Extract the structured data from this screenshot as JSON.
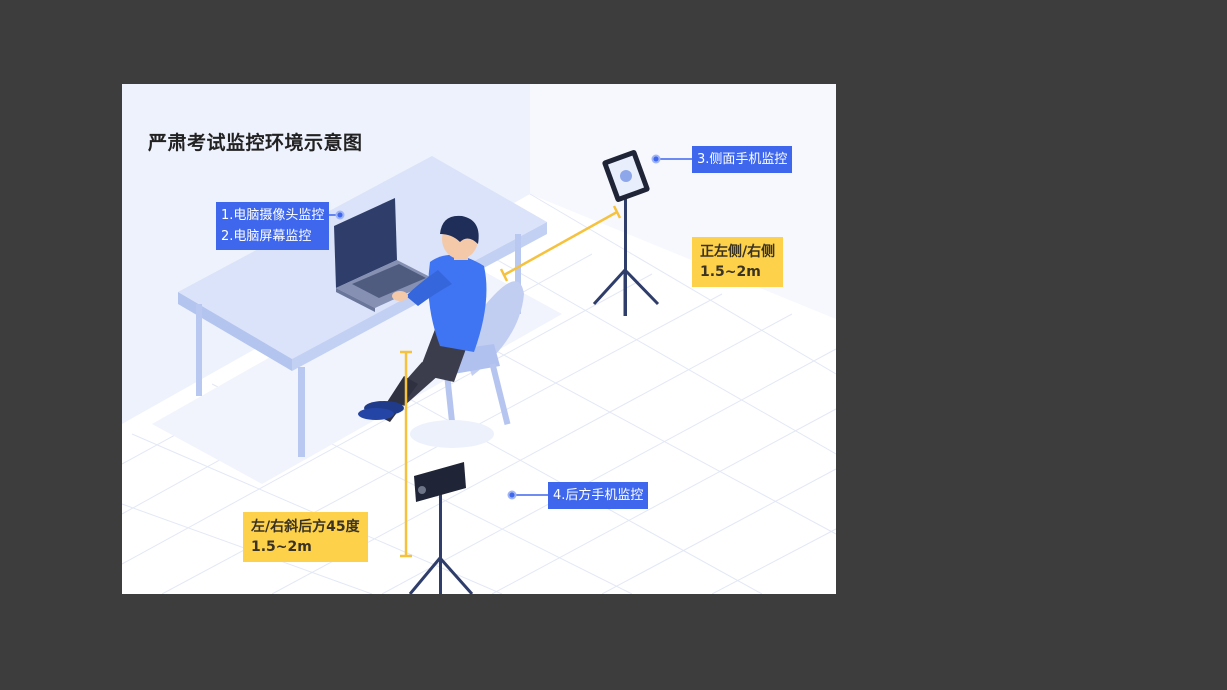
{
  "diagram": {
    "title": "严肃考试监控环境示意图",
    "labels": {
      "computer_camera": "1.电脑摄像头监控",
      "computer_screen": "2.电脑屏幕监控",
      "side_phone": "3.侧面手机监控",
      "rear_phone": "4.后方手机监控"
    },
    "distances": {
      "side": {
        "position": "正左侧/右侧",
        "range": "1.5~2m"
      },
      "rear": {
        "position": "左/右斜后方45度",
        "range": "1.5~2m"
      }
    },
    "colors": {
      "label_blue": "#3e67ee",
      "distance_yellow": "#fdd24a",
      "shirt": "#3f74f2",
      "table": "#c9d6f6",
      "floor_grid": "#e3e8f6",
      "background": "#3d3d3d"
    }
  }
}
